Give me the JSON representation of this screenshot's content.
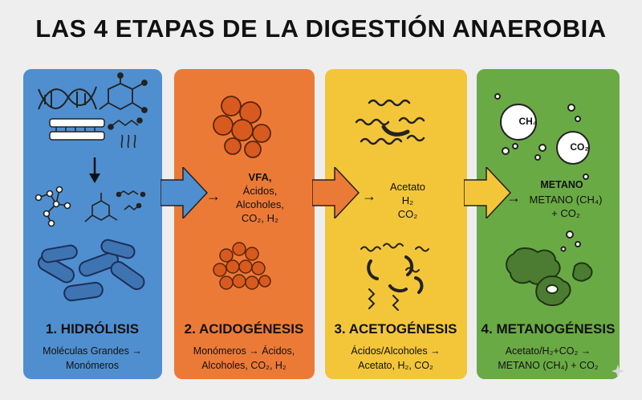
{
  "title": "LAS 4 ETAPAS DE LA DIGESTIÓN ANAEROBIA",
  "colors": {
    "hidrolisis": "#4f8fd0",
    "acidogenesis": "#ec7a37",
    "acetogenesis": "#f3c63a",
    "metanogenesis": "#6aaa45"
  },
  "stages": [
    {
      "title": "1. HIDRÓLISIS",
      "desc_line1": "Moléculas Grandes →",
      "desc_line2": "Monómeros",
      "icons": [
        "dna-icon",
        "molecule-icon",
        "lipid-membrane-icon",
        "bacteria-icon"
      ]
    },
    {
      "title": "2. ACIDOGÉNESIS",
      "desc_line1": "Monómeros → Ácidos,",
      "desc_line2": "Alcoholes, CO₂, H₂",
      "mid_arrow": "→",
      "mid_lines": [
        "VFA,",
        "Ácidos,",
        "Alcoholes,",
        "CO₂, H₂"
      ],
      "icons": [
        "cocci-cluster-icon"
      ]
    },
    {
      "title": "3. ACETOGÉNESIS",
      "desc_line1": "Ácidos/Alcoholes →",
      "desc_line2": "Acetato, H₂, CO₂",
      "mid_arrow": "→",
      "mid_lines": [
        "Acetato",
        "H₂",
        "CO₂"
      ],
      "icons": [
        "spirillum-icon",
        "vibrio-icon"
      ]
    },
    {
      "title": "4. METANOGÉNESIS",
      "desc_line1": "Acetato/H₂+CO₂ →",
      "desc_line2": "METANO (CH₄) + CO₂",
      "mid_heading": "METANO",
      "mid_arrow": "→",
      "mid_lines": [
        "METANO (CH₄)",
        "+ CO₂"
      ],
      "bubbles": [
        "CH₄",
        "CO₂"
      ],
      "icons": [
        "gas-bubble-icon",
        "archaea-icon"
      ]
    }
  ]
}
